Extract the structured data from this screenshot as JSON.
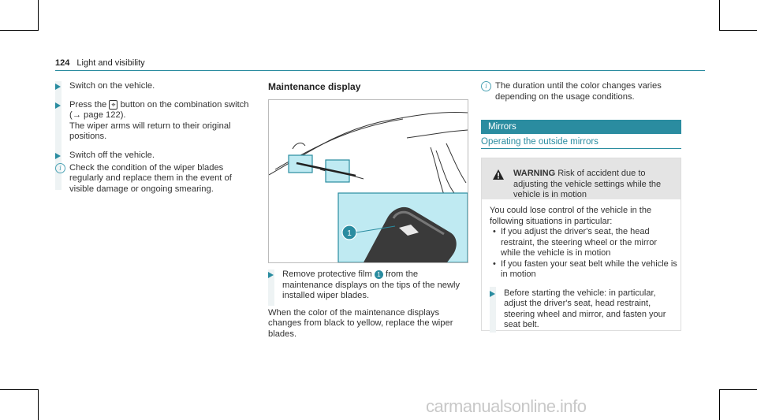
{
  "header": {
    "page_number": "124",
    "title": "Light and visibility"
  },
  "left_column": {
    "step1": "Switch on the vehicle.",
    "step2_a": "Press the",
    "step2_glyph": "⌖",
    "step2_b": "button on the combination switch (",
    "step2_arrow": "→",
    "step2_c": "page 122).",
    "step2_cont": "The wiper arms will return to their original positions.",
    "step3": "Switch off the vehicle.",
    "note": "Check the condition of the wiper blades regularly and replace them in the event of visible damage or ongoing smearing."
  },
  "middle_column": {
    "title": "Maintenance display",
    "callout": "1",
    "step": "Remove protective film",
    "step_callout": "1",
    "step_b": "from the maintenance displays on the tips of the newly installed wiper blades.",
    "para": "When the color of the maintenance displays changes from black to yellow, replace the wiper blades."
  },
  "right_column": {
    "note": "The duration until the color changes varies depending on the usage conditions.",
    "banner": "Mirrors",
    "subhead": "Operating the outside mirrors",
    "warning_label": "WARNING",
    "warning_text": "Risk of accident due to adjusting the vehicle settings while the vehicle is in motion",
    "body_intro": "You could lose control of the vehicle in the following situations in particular:",
    "bullets": [
      "If you adjust the driver's seat, the head restraint, the steering wheel or the mirror while the vehicle is in motion",
      "If you fasten your seat belt while the vehicle is in motion"
    ],
    "step": "Before starting the vehicle: in particular, adjust the driver's seat, head restraint, steering wheel and mirror, and fasten your seat belt."
  },
  "watermark": "carmanualsonline.info",
  "colors": {
    "accent": "#2a8ca0",
    "callout_bg": "#bfeaf2"
  }
}
